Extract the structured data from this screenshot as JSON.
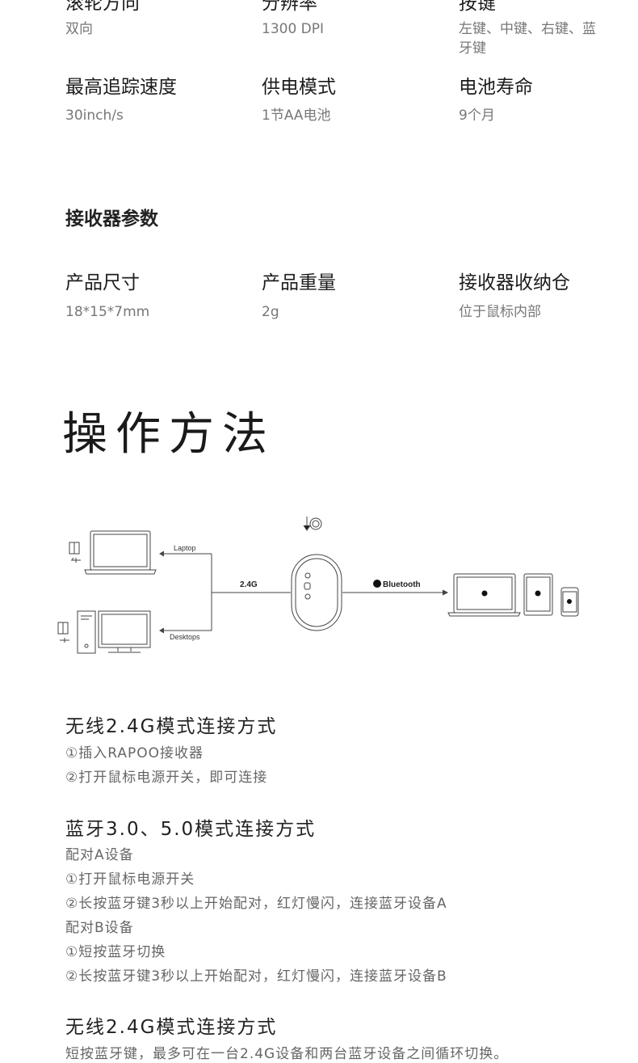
{
  "mouse_specs": {
    "row1": [
      {
        "title": "滚轮方向",
        "value": "双向"
      },
      {
        "title": "分辨率",
        "value": "1300 DPI"
      },
      {
        "title": "按键",
        "value": "左键、中键、右键、蓝牙键"
      }
    ],
    "row2": [
      {
        "title": "最高追踪速度",
        "value": "30inch/s"
      },
      {
        "title": "供电模式",
        "value": "1节AA电池"
      },
      {
        "title": "电池寿命",
        "value": "9个月"
      }
    ]
  },
  "receiver": {
    "heading": "接收器参数",
    "items": [
      {
        "title": "产品尺寸",
        "value": "18*15*7mm"
      },
      {
        "title": "产品重量",
        "value": "2g"
      },
      {
        "title": "接收器收纳仓",
        "value": "位于鼠标内部"
      }
    ]
  },
  "operation": {
    "heading": "操作方法",
    "diagram": {
      "laptop_label": "Laptop",
      "desktops_label": "Desktops",
      "wireless_label": "2.4G",
      "bluetooth_label": "Bluetooth"
    }
  },
  "instructions": [
    {
      "title": "无线2.4G模式连接方式",
      "lines": [
        "①插入RAPOO接收器",
        "②打开鼠标电源开关，即可连接"
      ]
    },
    {
      "title": "蓝牙3.0、5.0模式连接方式",
      "lines": [
        "配对A设备",
        "①打开鼠标电源开关",
        "②长按蓝牙键3秒以上开始配对，红灯慢闪，连接蓝牙设备A",
        "配对B设备",
        "①短按蓝牙切换",
        "②长按蓝牙键3秒以上开始配对，红灯慢闪，连接蓝牙设备B"
      ]
    },
    {
      "title": "无线2.4G模式连接方式",
      "lines": [
        "短按蓝牙键，最多可在一台2.4G设备和两台蓝牙设备之间循环切换。"
      ]
    }
  ]
}
